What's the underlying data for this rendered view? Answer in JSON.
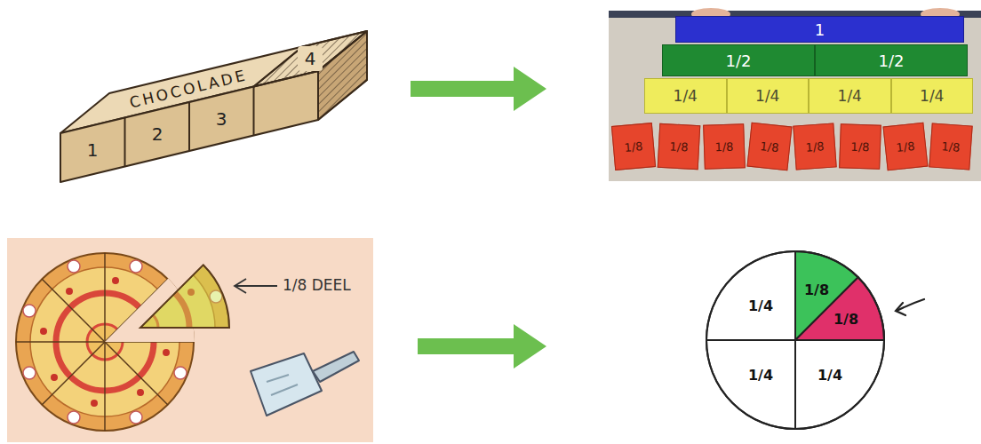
{
  "diagram": {
    "nodes": [
      {
        "text": [
          "CHOCOLADE"
        ]
      },
      {
        "text": [
          "1"
        ],
        "in": 0
      },
      {
        "text": [
          "2"
        ],
        "in": 0
      },
      {
        "text": [
          "3"
        ],
        "in": 0
      },
      {
        "text": [
          "4"
        ],
        "in": 0
      },
      {
        "text": [
          "1"
        ]
      },
      {
        "text": [
          "1/2"
        ]
      },
      {
        "text": [
          "1/2"
        ]
      },
      {
        "text": [
          "1/4"
        ]
      },
      {
        "text": [
          "1/4"
        ]
      },
      {
        "text": [
          "1/4"
        ]
      },
      {
        "text": [
          "1/4"
        ]
      },
      {
        "text": [
          "1/8"
        ]
      },
      {
        "text": [
          "1/8"
        ]
      },
      {
        "text": [
          "1/8"
        ]
      },
      {
        "text": [
          "1/8"
        ]
      },
      {
        "text": [
          "1/8"
        ]
      },
      {
        "text": [
          "1/8"
        ]
      },
      {
        "text": [
          "1/8"
        ]
      },
      {
        "text": [
          "1/8"
        ]
      },
      {
        "text": [
          "1/4"
        ]
      },
      {
        "text": [
          "1/8"
        ]
      },
      {
        "text": [
          "1/8"
        ]
      },
      {
        "text": [
          "1/4"
        ]
      },
      {
        "text": [
          "1/4"
        ]
      }
    ],
    "labels": [
      "1/8 DEEL"
    ]
  }
}
